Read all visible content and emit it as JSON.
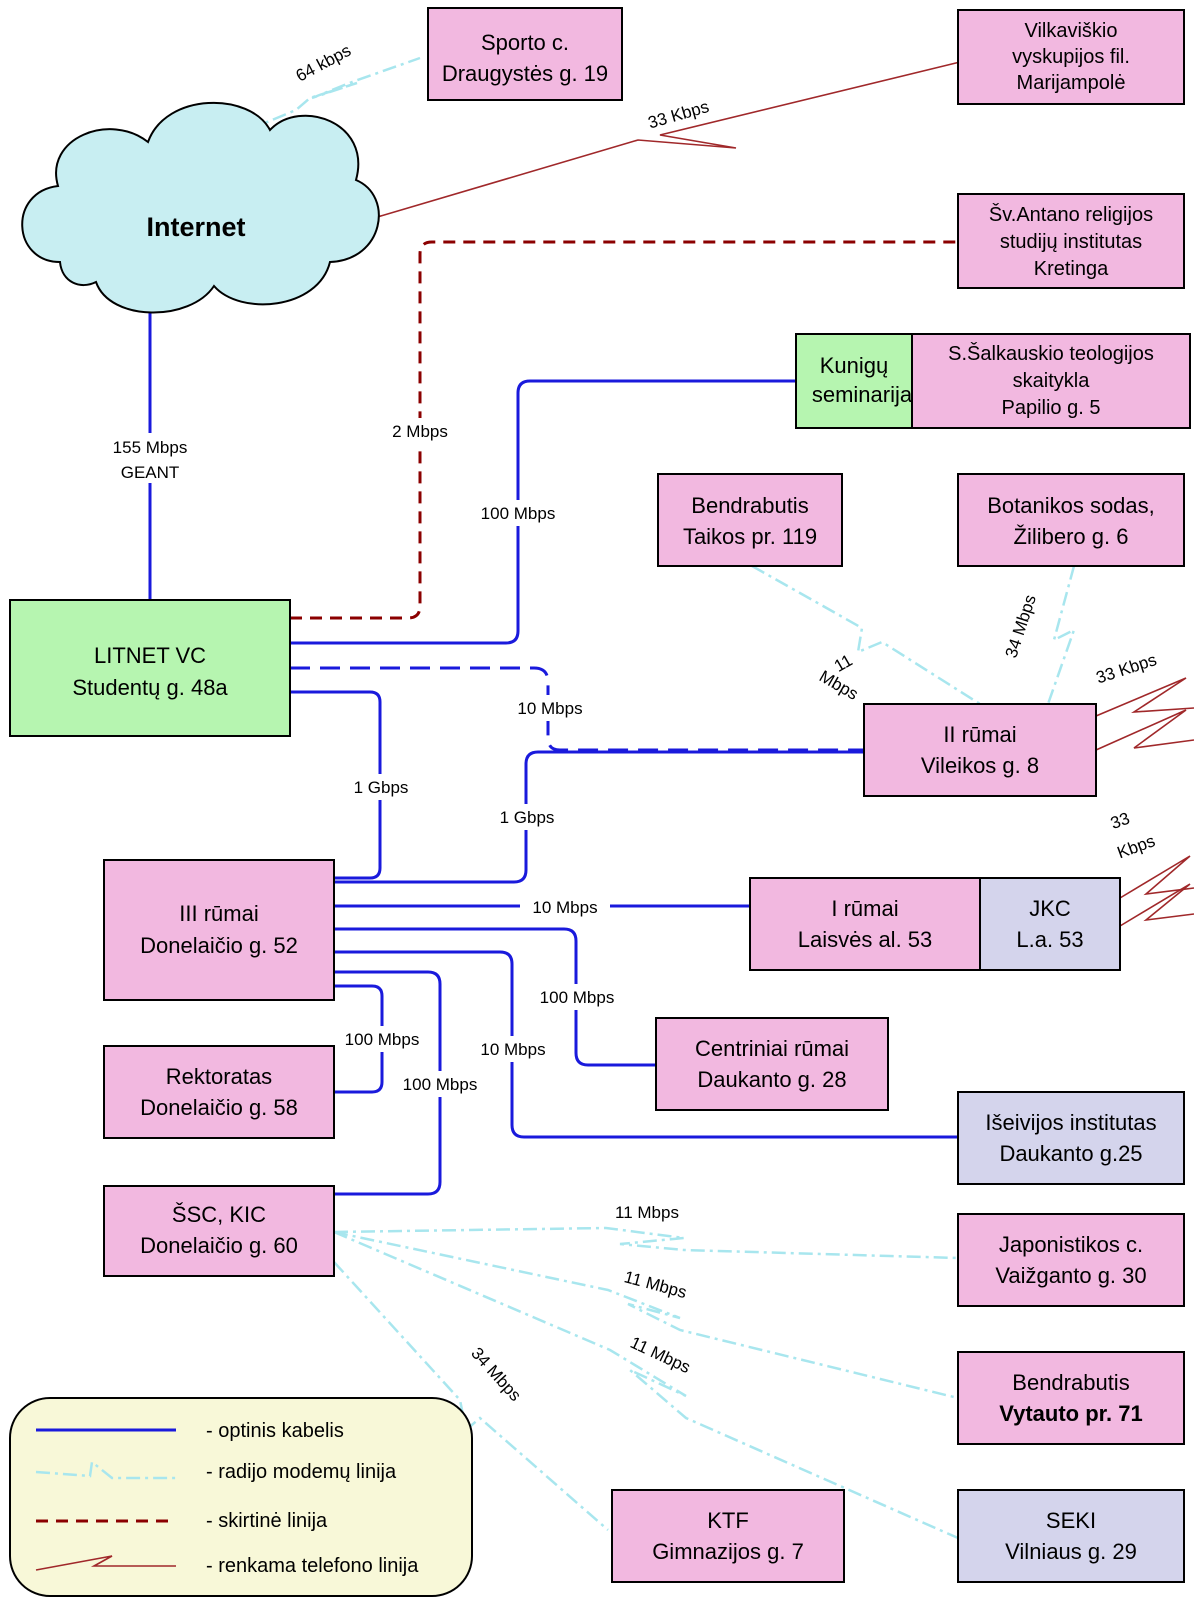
{
  "internet": {
    "label": "Internet",
    "color": "#c8eef2"
  },
  "nodes": {
    "sporto": [
      "Sporto c.",
      "Draugystės g. 19"
    ],
    "vilkaviskio": [
      "Vilkaviškio",
      "vyskupijos fil.",
      "Marijampolė"
    ],
    "antano": [
      "Šv.Antano religijos",
      "studijų institutas",
      "Kretinga"
    ],
    "kunigu": [
      "Kunigų",
      "seminarija"
    ],
    "salkauskio": [
      "S.Šalkauskio teologijos",
      "skaitykla",
      "Papilio g. 5"
    ],
    "bendrabutis_taikos": [
      "Bendrabutis",
      "Taikos pr. 119"
    ],
    "botanikos": [
      "Botanikos sodas,",
      "Žilibero g. 6"
    ],
    "litnet": [
      "LITNET VC",
      "Studentų g. 48a"
    ],
    "ii_rumai": [
      "II rūmai",
      "Vileikos g. 8"
    ],
    "iii_rumai": [
      "III rūmai",
      "Donelaičio g. 52"
    ],
    "i_rumai": [
      "I rūmai",
      "Laisvės al. 53"
    ],
    "jkc": [
      "JKC",
      "L.a. 53"
    ],
    "centriniai": [
      "Centriniai rūmai",
      "Daukanto g. 28"
    ],
    "rektoratas": [
      "Rektoratas",
      "Donelaičio g. 58"
    ],
    "iseivijos": [
      "Išeivijos institutas",
      "Daukanto g.25"
    ],
    "ssc": [
      "ŠSC, KIC",
      "Donelaičio g. 60"
    ],
    "japonistikos": [
      "Japonistikos c.",
      "Vaižganto g. 30"
    ],
    "bendrabutis_vytauto": [
      "Bendrabutis",
      "Vytauto pr. 71"
    ],
    "ktf": [
      "KTF",
      "Gimnazijos g. 7"
    ],
    "seki": [
      "SEKI",
      "Vilniaus g. 29"
    ]
  },
  "links": {
    "sporto_speed": "64 kbps",
    "vilk_speed": "33 Kbps",
    "geant_speed": "155 Mbps",
    "geant_name": "GEANT",
    "kretinga_speed": "2 Mbps",
    "kunigu_speed": "100 Mbps",
    "taikos_speed_a": "11",
    "taikos_speed_b": "Mbps",
    "botanikos_speed": "34 Mbps",
    "ii_phone_speed": "33 Kbps",
    "ii_dashed_speed": "10 Mbps",
    "litnet_iii_speed": "1 Gbps",
    "ii_iii_speed": "1 Gbps",
    "jkc_phone_a": "33",
    "jkc_phone_b": "Kbps",
    "i_rumai_speed": "10 Mbps",
    "centriniai_speed": "100 Mbps",
    "iseivijos_speed": "10 Mbps",
    "rektoratas_speed": "100 Mbps",
    "ssc_speed": "100 Mbps",
    "japonistikos_speed": "11 Mbps",
    "vytauto_speed": "11 Mbps",
    "seki_speed": "11 Mbps",
    "ktf_speed": "34 Mbps"
  },
  "legend": {
    "fiber": "- optinis kabelis",
    "radio": "- radijo modemų linija",
    "leased": "- skirtinė linija",
    "phone": "- renkama telefono linija"
  },
  "colors": {
    "fiber": "#1a1adc",
    "radio": "#a8e6ee",
    "leased": "#8b0000",
    "phone": "#a0282a",
    "pink_node": "#f2b8e0",
    "green_node": "#b6f5b0",
    "lilac_node": "#d4d4ec",
    "legend_bg": "#f8f8d8"
  }
}
